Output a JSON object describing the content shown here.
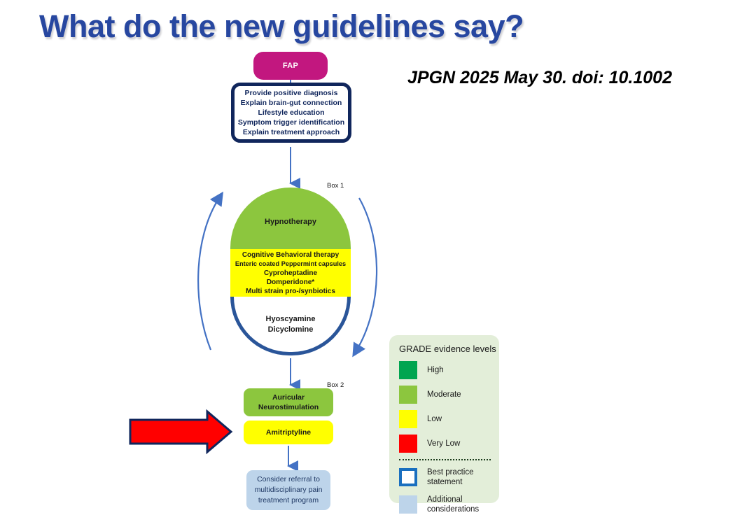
{
  "slide": {
    "title": "What do the new guidelines say?",
    "citation": "JPGN 2025 May 30. doi: 10.1002",
    "title_color": "#2747a0"
  },
  "flowchart": {
    "start_node": {
      "label": "FAP",
      "fill": "#c2177f",
      "text_color": "#ffffff"
    },
    "best_practice_box": {
      "border_color": "#10265c",
      "text_color": "#10265c",
      "lines": [
        "Provide positive diagnosis",
        "Explain brain-gut connection",
        "Lifestyle education",
        "Symptom trigger identification",
        "Explain treatment approach"
      ]
    },
    "box1": {
      "label": "Box 1",
      "green_section": {
        "fill": "#8cc63e",
        "lines": [
          "Hypnotherapy"
        ]
      },
      "yellow_section": {
        "fill": "#ffff00",
        "lines": [
          "Cognitive Behavioral therapy",
          "Enteric coated Peppermint capsules",
          "Cyproheptadine",
          "Domperidone*",
          "Multi strain pro-/synbiotics"
        ]
      },
      "white_section": {
        "fill": "#ffffff",
        "border_color": "#2a5599",
        "lines": [
          "Hyoscyamine",
          "Dicyclomine"
        ]
      }
    },
    "box2": {
      "label": "Box 2",
      "green_node": {
        "fill": "#8cc63e",
        "lines": [
          "Auricular",
          "Neurostimulation"
        ]
      },
      "yellow_node": {
        "fill": "#ffff00",
        "lines": [
          "Amitriptyline"
        ]
      }
    },
    "referral_box": {
      "fill": "#bdd4ea",
      "text_color": "#1f3864",
      "lines": [
        "Consider referral to",
        "multidisciplinary pain",
        "treatment program"
      ]
    },
    "highlight_arrow": {
      "fill": "#ff0000",
      "outline": "#10265c",
      "points_to": "Amitriptyline"
    },
    "connector_color": "#4472c4"
  },
  "legend": {
    "title": "GRADE evidence levels",
    "panel_fill": "#e3eed9",
    "levels": [
      {
        "label": "High",
        "color": "#00a550"
      },
      {
        "label": "Moderate",
        "color": "#8cc63e"
      },
      {
        "label": "Low",
        "color": "#ffff00"
      },
      {
        "label": "Very Low",
        "color": "#ff0000"
      }
    ],
    "extras": [
      {
        "label_line1": "Best practice",
        "label_line2": "statement",
        "style": "outline",
        "border_color": "#1a6fbf"
      },
      {
        "label_line1": "Additional",
        "label_line2": "considerations",
        "style": "fill",
        "color": "#bdd4ea"
      }
    ]
  }
}
